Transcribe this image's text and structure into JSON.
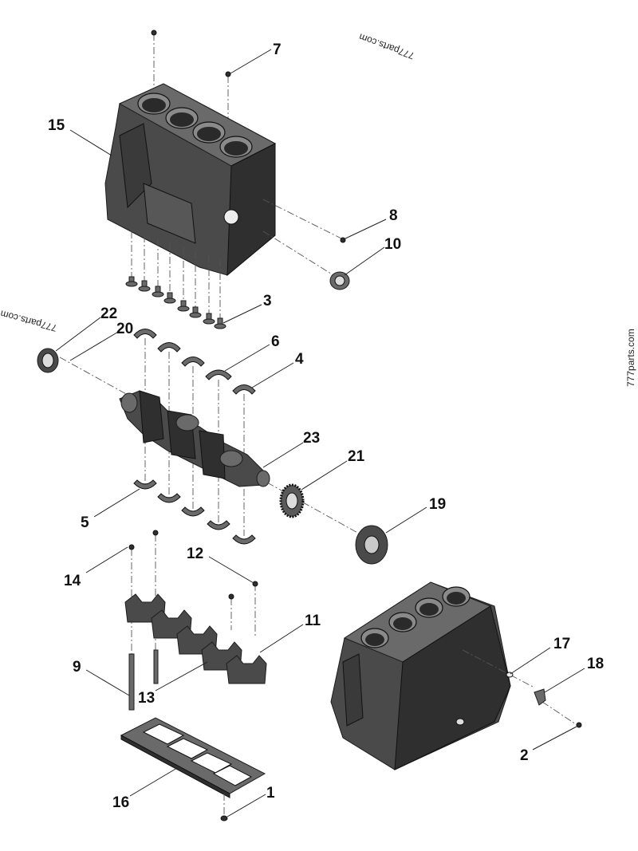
{
  "watermarks": {
    "top": "777parts.com",
    "left": "777parts.com",
    "right": "777parts.com"
  },
  "callouts": {
    "c1": "1",
    "c2": "2",
    "c3": "3",
    "c4": "4",
    "c5": "5",
    "c6": "6",
    "c7": "7",
    "c8": "8",
    "c9": "9",
    "c10": "10",
    "c11": "11",
    "c12": "12",
    "c13": "13",
    "c14": "14",
    "c15": "15",
    "c16": "16",
    "c17": "17",
    "c18": "18",
    "c19": "19",
    "c20": "20",
    "c21": "21",
    "c22": "22",
    "c23": "23"
  }
}
